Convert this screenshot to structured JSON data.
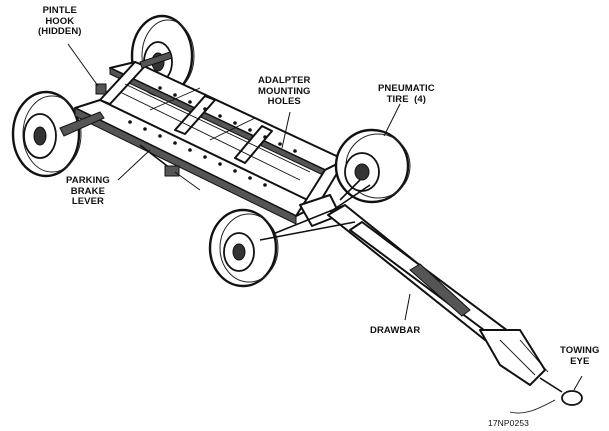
{
  "diagram": {
    "labels": {
      "pintle_hook": "PINTLE\nHOOK\n(HIDDEN)",
      "adapter_holes": "ADALPTER\nMOUNTING\nHOLES",
      "pneumatic_tire": "PNEUMATIC\nTIRE  (4)",
      "parking_brake": "PARKING\nBRAKE\nLEVER",
      "drawbar": "DRAWBAR",
      "towing_eye": "TOWING\nEYE",
      "figure_id": "17NP0253"
    }
  }
}
